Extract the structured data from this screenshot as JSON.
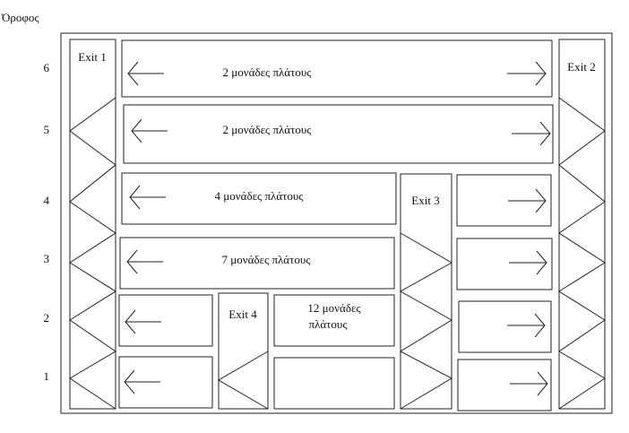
{
  "axis": {
    "title": "Όροφος",
    "floors": [
      "6",
      "5",
      "4",
      "3",
      "2",
      "1"
    ]
  },
  "exits": {
    "exit1": "Exit 1",
    "exit2": "Exit 2",
    "exit3": "Exit 3",
    "exit4": "Exit 4"
  },
  "zones": {
    "row6": "2 μονάδες πλάτους",
    "row5": "2 μονάδες πλάτους",
    "row4": "4 μονάδες πλάτους",
    "row3": "7 μονάδες πλάτους",
    "row2_line1": "12 μονάδες",
    "row2_line2": "πλάτους"
  }
}
